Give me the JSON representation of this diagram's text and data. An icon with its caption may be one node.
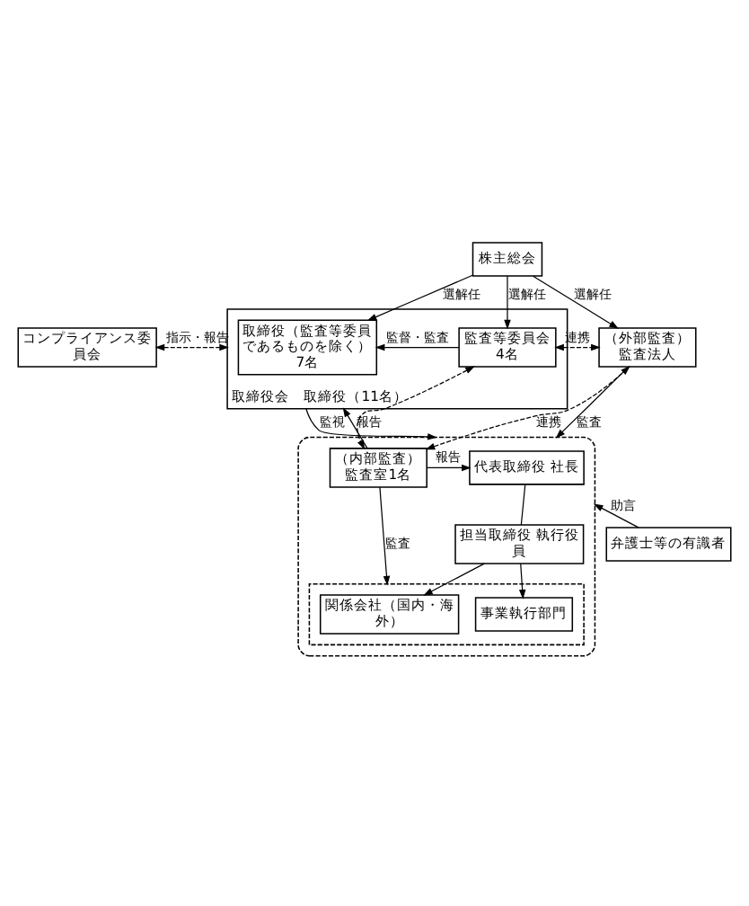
{
  "diagram": {
    "nodes": [
      {
        "text": [
          "株主総会"
        ]
      },
      {
        "text": [
          "取締役会　取締役（11名）"
        ]
      },
      {
        "text": [
          "取締役（監査等委員であるものを除く）",
          "7名"
        ],
        "in": 1
      },
      {
        "text": [
          "監査等委員会",
          "4名"
        ],
        "in": 1
      },
      {
        "text": [
          "コンプライアンス委員会"
        ]
      },
      {
        "text": [],
        "shape": "box"
      },
      {
        "text": [
          "代表取締役 社長"
        ],
        "in": 5
      },
      {
        "text": [
          "担当取締役 執行役員"
        ],
        "in": 5
      },
      {
        "text": [],
        "shape": "box",
        "in": 5
      },
      {
        "text": [
          "関係会社（国内・海外）"
        ],
        "in": 8
      },
      {
        "text": [
          "事業執行部門"
        ],
        "in": 8
      },
      {
        "text": [
          "（内部監査）",
          "監査室1名"
        ],
        "in": 5
      },
      {
        "text": [
          "（外部監査）",
          "監査法人"
        ]
      },
      {
        "text": [
          "弁護士等の有識者"
        ]
      }
    ],
    "edges": [
      {
        "from": 0,
        "to": 2,
        "arrow": "to",
        "label": "選解任"
      },
      {
        "from": 0,
        "to": 3,
        "arrow": "to",
        "label": "選解任"
      },
      {
        "from": 0,
        "to": 12,
        "arrow": "to",
        "label": "選解任"
      },
      {
        "from": 3,
        "to": 2,
        "arrow": "to",
        "label": "監督・監査"
      },
      {
        "from": 4,
        "to": 1,
        "arrow": "both",
        "style": "dashed",
        "label": "指示・報告"
      },
      {
        "from": 1,
        "to": 5,
        "arrow": "to",
        "label": "監視"
      },
      {
        "from": 11,
        "to": 1,
        "arrow": "to",
        "label": "報告"
      },
      {
        "from": 11,
        "to": 6,
        "arrow": "to",
        "label": "報告"
      },
      {
        "from": 11,
        "to": 8,
        "arrow": "to",
        "label": "監査"
      },
      {
        "from": 3,
        "to": 11,
        "arrow": "both",
        "style": "dashed"
      },
      {
        "from": 3,
        "to": 12,
        "arrow": "both",
        "style": "dashed",
        "label": "連携"
      },
      {
        "from": 11,
        "to": 12,
        "arrow": "both",
        "style": "dashed",
        "label": "連携"
      },
      {
        "from": 12,
        "to": 5,
        "arrow": "to",
        "label": "監査"
      },
      {
        "from": 13,
        "to": 5,
        "arrow": "to",
        "label": "助言"
      },
      {
        "from": 6,
        "to": 7,
        "arrow": "none"
      },
      {
        "from": 7,
        "to": 9,
        "arrow": "to"
      },
      {
        "from": 7,
        "to": 10,
        "arrow": "to"
      }
    ]
  }
}
